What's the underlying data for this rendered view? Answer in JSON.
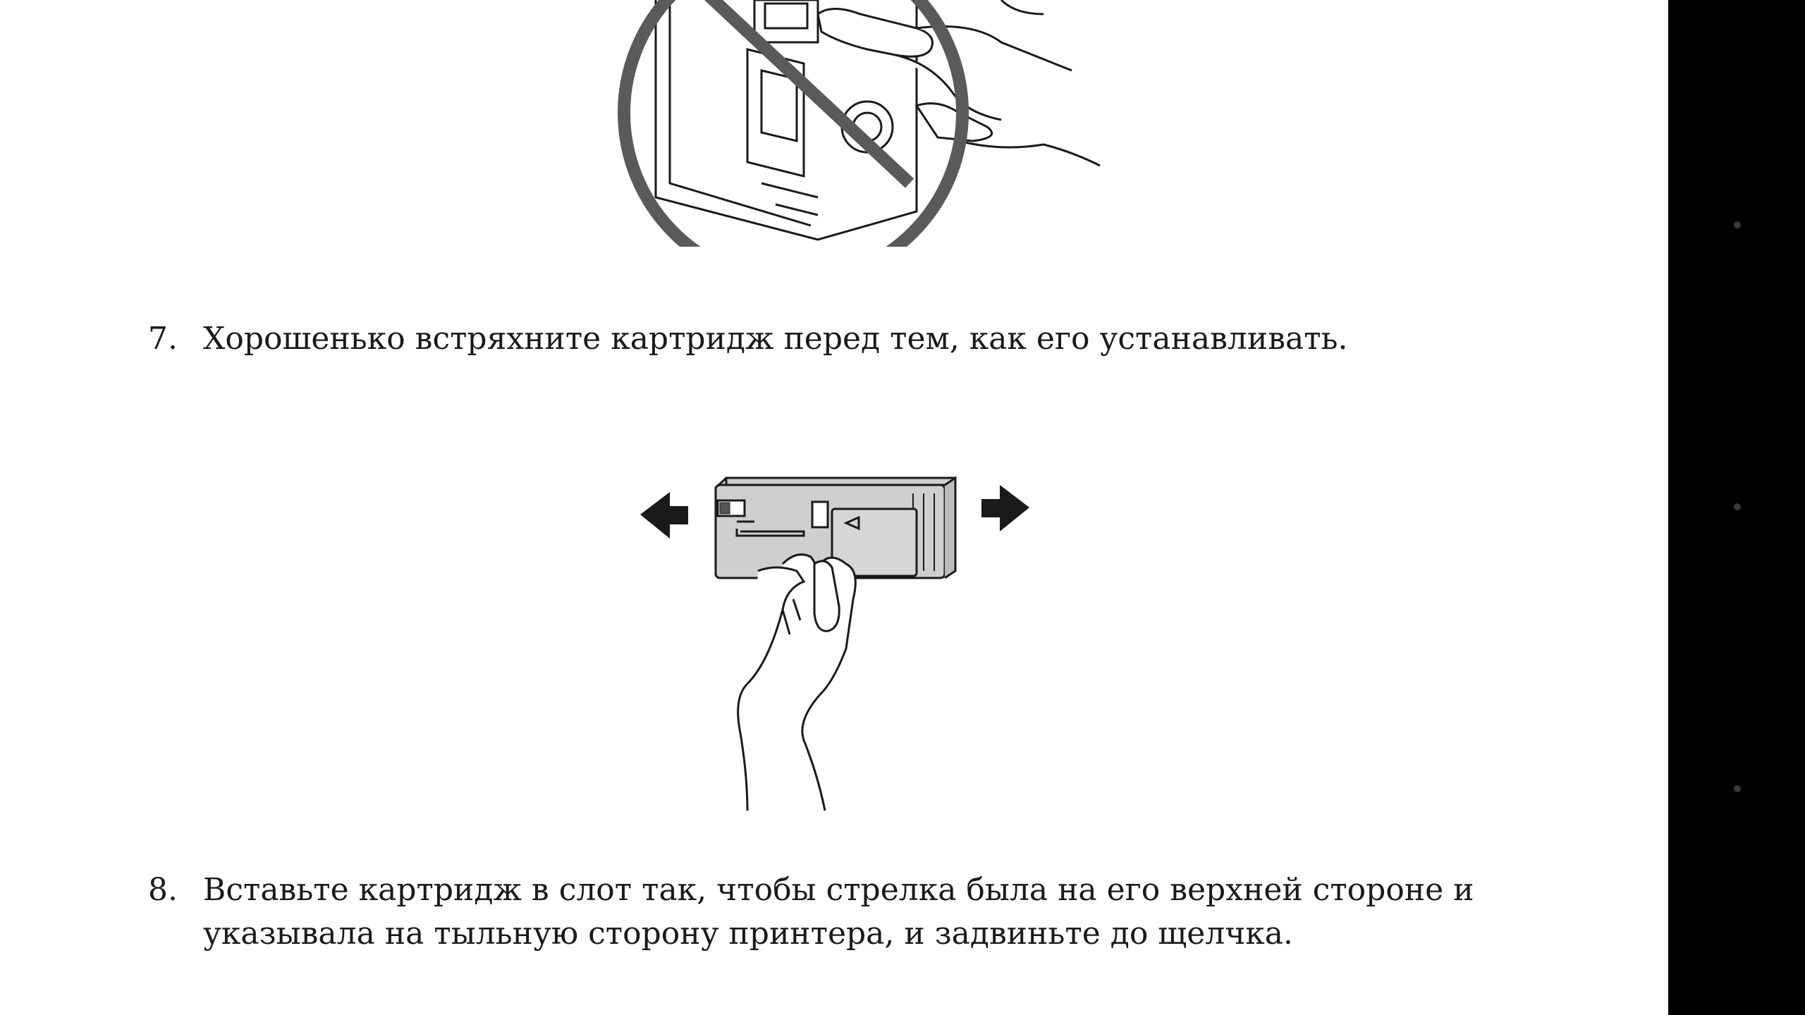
{
  "steps": [
    {
      "number": "7.",
      "text": "Хорошенько встряхните картридж перед тем, как его устанавливать."
    },
    {
      "number": "8.",
      "text": "Вставьте картридж в слот так, чтобы стрелка была на его верхней стороне и указывала на тыльную сторону принтера, и задвиньте до щелчка."
    }
  ],
  "icons": {
    "prohibition": "prohibition-icon",
    "shake": "shake-cartridge-illustration",
    "arrow_left": "arrow-left-icon",
    "arrow_right": "arrow-right-icon"
  },
  "colors": {
    "page": "#ffffff",
    "text": "#1a1a1a",
    "side_panel": "#000000",
    "prohibition": "#5a5a5a",
    "cartridge": "#cfcfcf"
  }
}
